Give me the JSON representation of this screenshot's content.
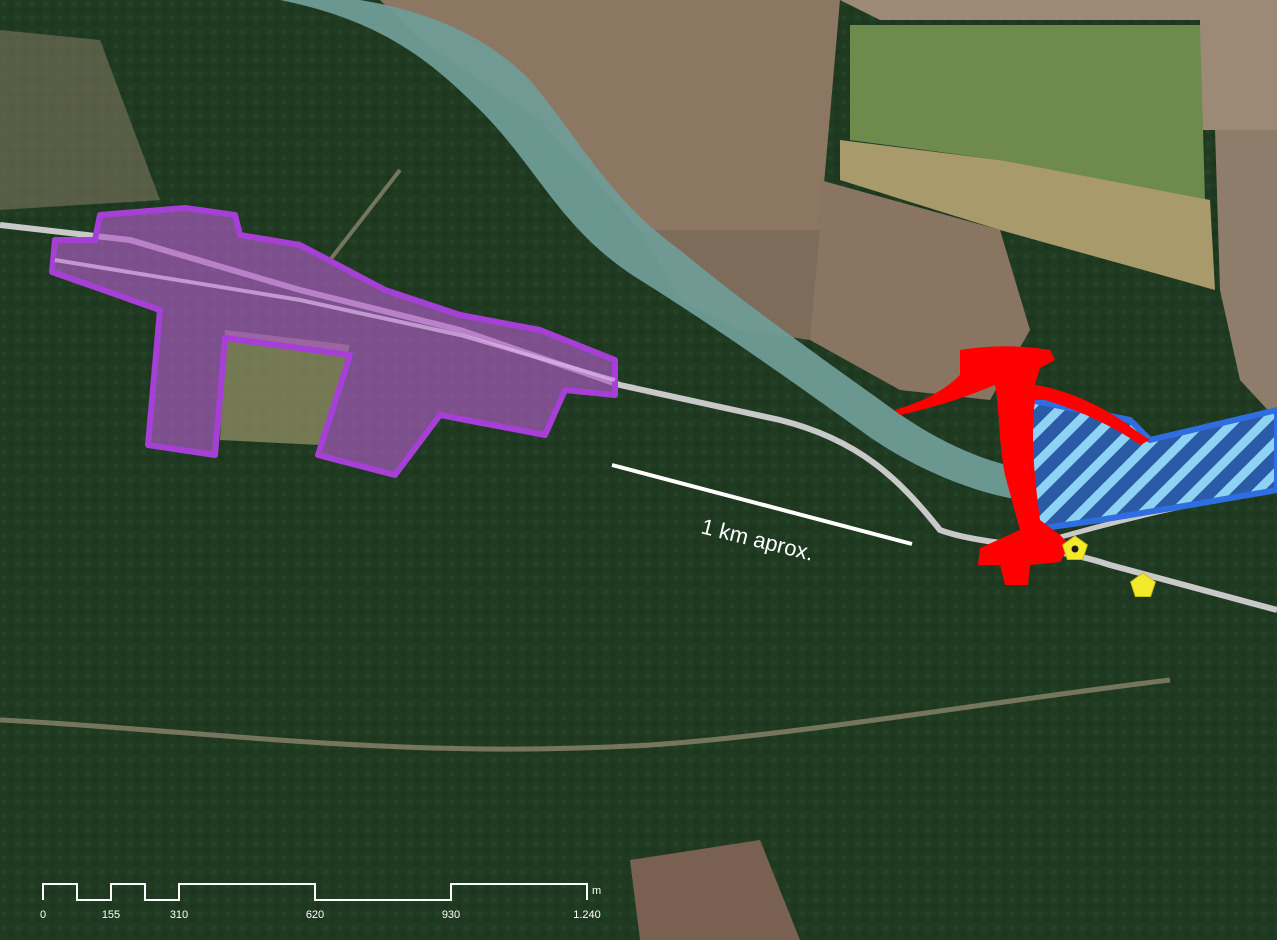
{
  "map": {
    "distance_label": "1 km aprox.",
    "scale_bar": {
      "unit": "m",
      "ticks": [
        "0",
        "155",
        "310",
        "620",
        "930",
        "1.240"
      ]
    },
    "colors": {
      "settlement_fill": "#b05cc8",
      "settlement_outline": "#a63fd6",
      "red_area": "#ff0000",
      "hatched_area_outline": "#2f6ee0",
      "hatched_area_stripes": "#8fd3f4",
      "marker": "#f2ea2a",
      "distance_line": "#ffffff",
      "road": "#c9c9c9",
      "river": "#6f9c96"
    },
    "markers": [
      {
        "name": "pentagon-marker-1",
        "icon": "yellow-pentagon-with-dot"
      },
      {
        "name": "pentagon-marker-2",
        "icon": "yellow-pentagon"
      }
    ]
  }
}
